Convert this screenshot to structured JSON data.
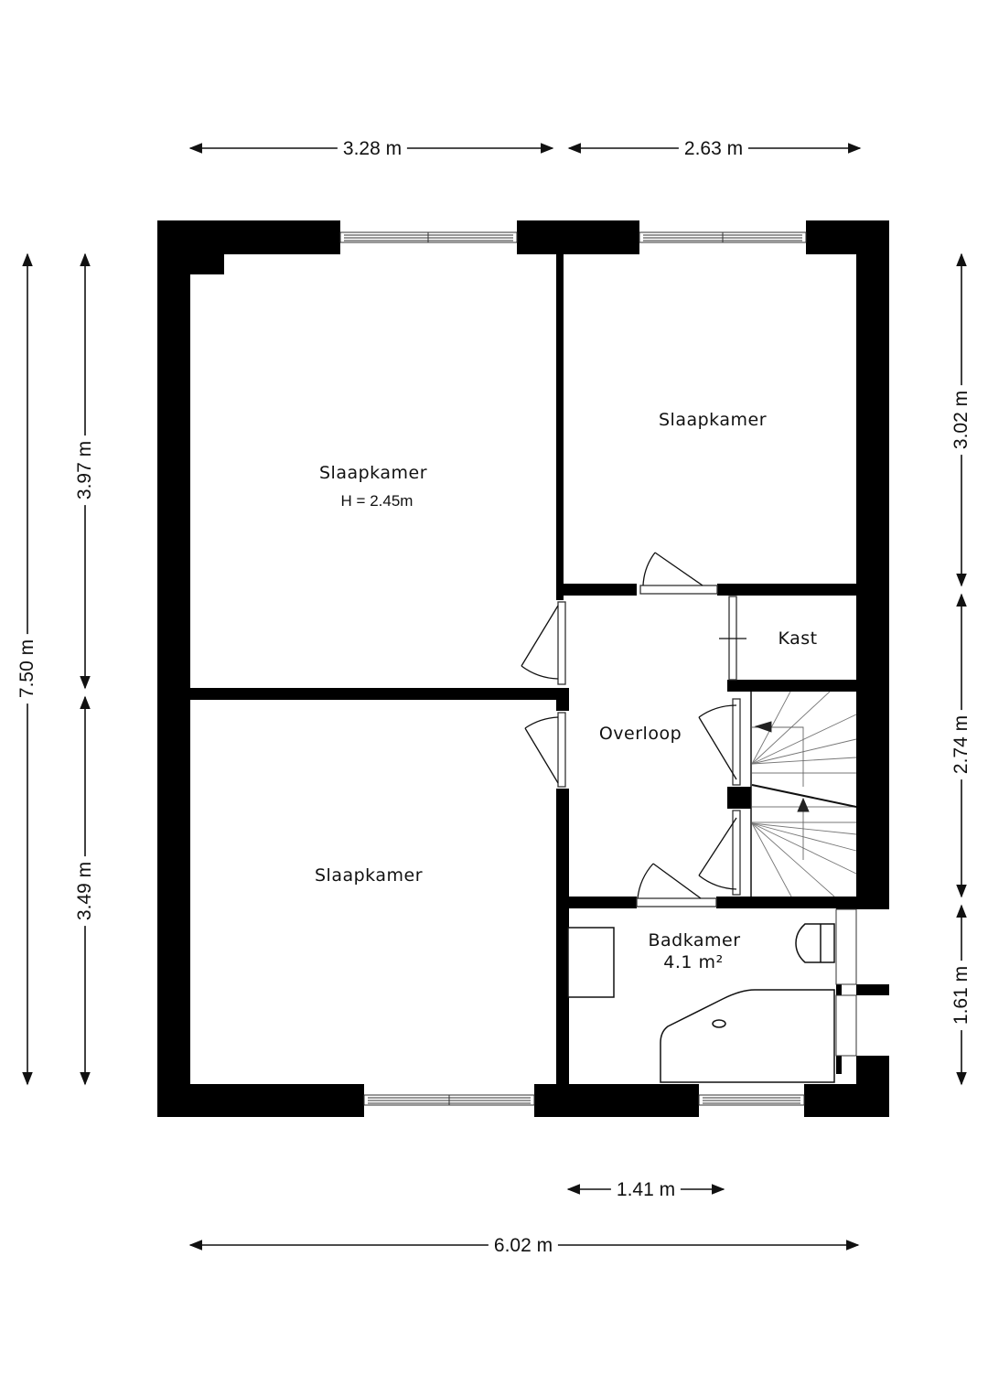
{
  "plan": {
    "rooms": [
      {
        "id": "bedroom-1",
        "label": "Slaapkamer",
        "sub": "H = 2.45m"
      },
      {
        "id": "bedroom-2",
        "label": "Slaapkamer"
      },
      {
        "id": "bedroom-3",
        "label": "Slaapkamer"
      },
      {
        "id": "closet",
        "label": "Kast"
      },
      {
        "id": "landing",
        "label": "Overloop"
      },
      {
        "id": "bathroom",
        "label": "Badkamer",
        "sub": "4.1 m²"
      }
    ],
    "dimensions": {
      "top_left": "3.28 m",
      "top_right": "2.63 m",
      "left_total": "7.50 m",
      "left_upper": "3.97 m",
      "left_lower": "3.49 m",
      "right_upper": "3.02 m",
      "right_middle": "2.74 m",
      "right_lower": "1.61 m",
      "bottom_bathroom": "1.41 m",
      "bottom_total": "6.02 m"
    },
    "colors": {
      "wall": "#000000",
      "background": "#ffffff",
      "line": "#222222"
    }
  }
}
